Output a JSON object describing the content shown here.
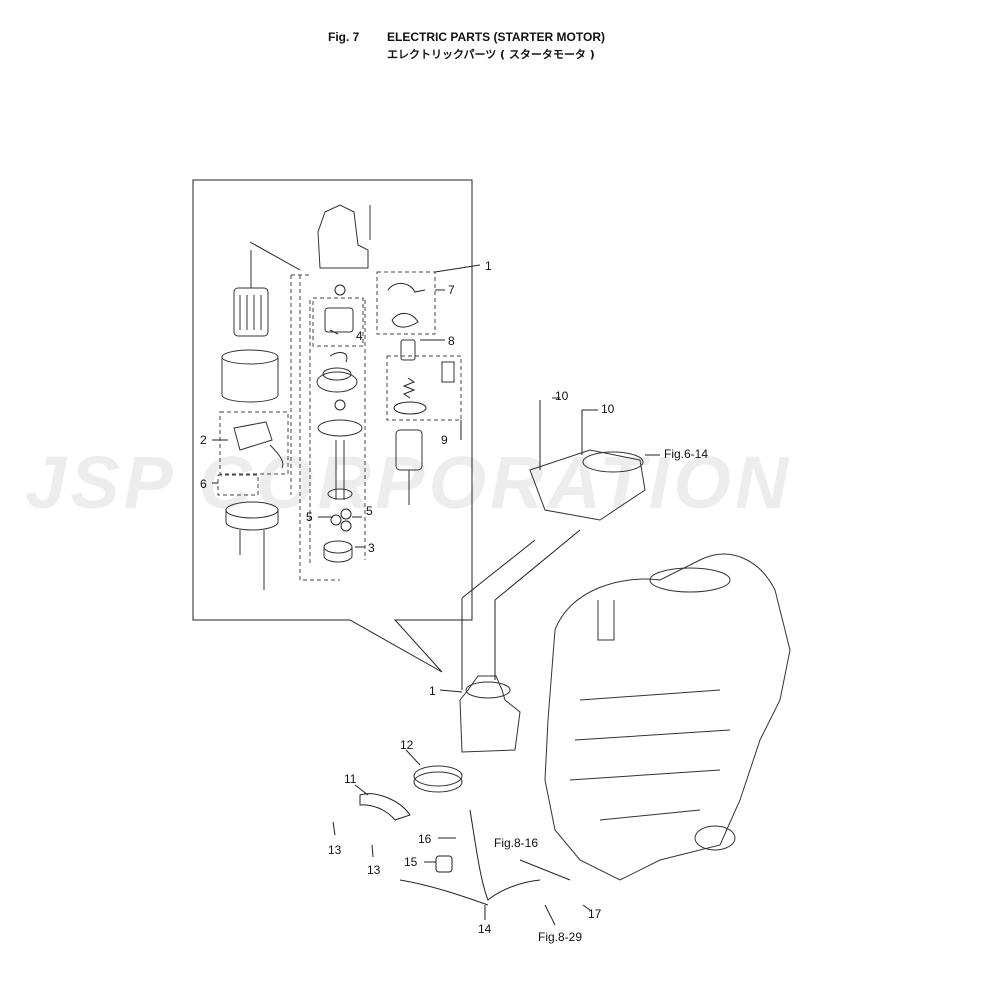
{
  "header": {
    "fig_no": "Fig. 7",
    "title_en": "ELECTRIC PARTS (STARTER MOTOR)",
    "title_jp": "エレクトリックパーツ ( スタータモータ )"
  },
  "watermark": "JSP CORPORATION",
  "callouts": {
    "c1_top": "1",
    "c2": "2",
    "c3": "3",
    "c4": "4",
    "c5a": "5",
    "c5b": "5",
    "c6": "6",
    "c7": "7",
    "c8": "8",
    "c9": "9",
    "c10a": "10",
    "c10b": "10",
    "c1_lower": "1",
    "c11": "11",
    "c12": "12",
    "c13a": "13",
    "c13b": "13",
    "c14": "14",
    "c15": "15",
    "c16": "16",
    "c17": "17"
  },
  "references": {
    "fig6_14": "Fig.6-14",
    "fig8_16": "Fig.8-16",
    "fig8_29": "Fig.8-29"
  }
}
